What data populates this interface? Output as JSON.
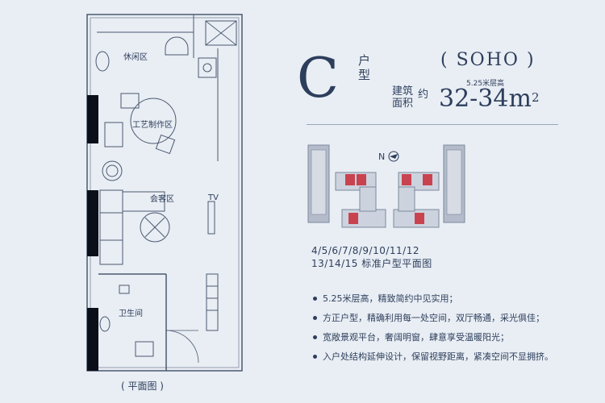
{
  "plan": {
    "rooms": {
      "leisure": "休闲区",
      "craft": "工艺制作区",
      "living": "会客区",
      "tv": "TV",
      "bath": "卫生间"
    },
    "caption": "( 平面图 )"
  },
  "unit": {
    "letter": "C",
    "type_label": "户型",
    "area_label": "建筑面积",
    "approx": "约",
    "series": "SOHO",
    "height_note": "5.25米层高",
    "area_value": "32-34m",
    "area_unit_sup": "2"
  },
  "key_plan": {
    "north": "N"
  },
  "floors": {
    "line1": "4/5/6/7/8/9/10/11/12",
    "line2": "13/14/15 标准户型平面图"
  },
  "features": [
    "5.25米层高，精致简约中见实用；",
    "方正户型，精确利用每一处空间，双厅畅通，采光俱佳；",
    "宽敞景观平台，奢阔明窗，肆意享受温暖阳光；",
    "入户处结构延伸设计，保留视野距离，紧凑空间不显拥挤。"
  ],
  "colors": {
    "background": "#e9eef4",
    "ink": "#2d3e5c",
    "highlight": "#c8434f",
    "wall": "#0a0f1a"
  }
}
